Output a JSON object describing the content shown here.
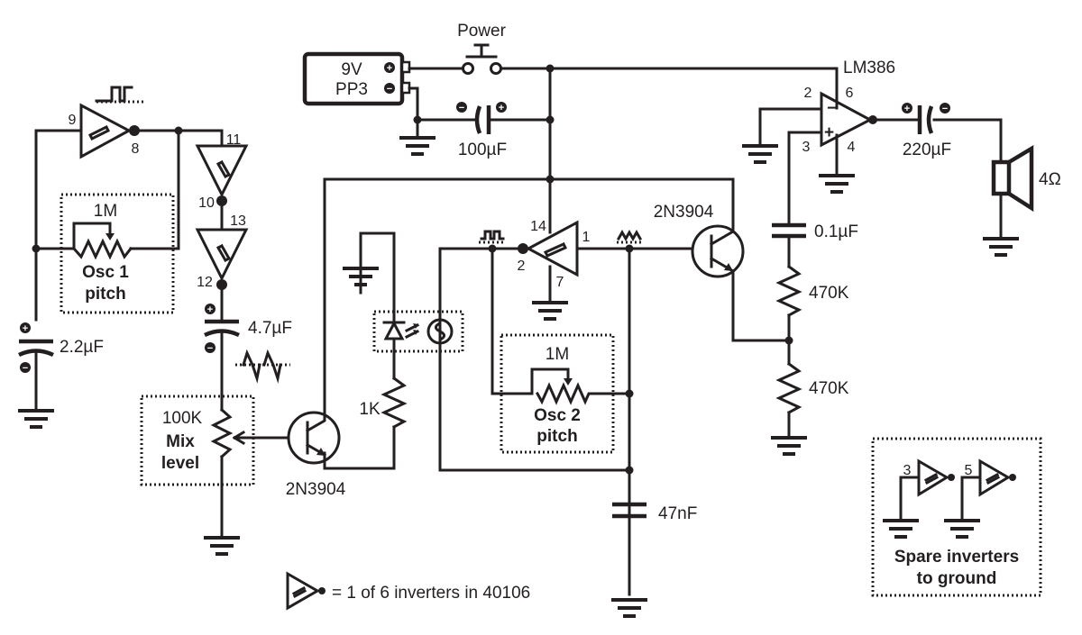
{
  "diagram": {
    "type": "circuit-schematic",
    "ink_color": "#231f20",
    "background": "#ffffff",
    "battery": {
      "line1": "9V",
      "line2": "PP3",
      "plus": "+",
      "minus": "−"
    },
    "power_switch": {
      "label": "Power"
    },
    "c_supply": {
      "value": "100µF"
    },
    "amp": {
      "name": "LM386",
      "pins": {
        "inv": "2",
        "noninv": "3",
        "vcc": "6",
        "gnd": "4"
      }
    },
    "c_out": {
      "value": "220µF"
    },
    "speaker": {
      "value": "4Ω"
    },
    "c_bias": {
      "value": "0.1µF"
    },
    "r_bias_top": {
      "value": "470K"
    },
    "r_bias_bottom": {
      "value": "470K"
    },
    "q_right": {
      "name": "2N3904"
    },
    "q_left": {
      "name": "2N3904"
    },
    "osc1": {
      "inv_in_pin": "9",
      "inv_out_pin": "8",
      "pot_value": "1M",
      "pot_label_line1": "Osc 1",
      "pot_label_line2": "pitch",
      "cap_value": "2.2µF"
    },
    "buffer_chain": {
      "pins": [
        "11",
        "10",
        "13",
        "12"
      ]
    },
    "c_couple": {
      "value": "4.7µF"
    },
    "mix": {
      "pot_value": "100K",
      "label_line1": "Mix",
      "label_line2": "level"
    },
    "r_led": {
      "value": "1K"
    },
    "osc2": {
      "vcc_pin": "14",
      "in_pin": "2",
      "out_pin": "1",
      "gnd_pin": "7",
      "pot_value": "1M",
      "pot_label_line1": "Osc 2",
      "pot_label_line2": "pitch",
      "cap_value": "47nF"
    },
    "spare": {
      "pin_a": "3",
      "pin_b": "5",
      "label_line1": "Spare inverters",
      "label_line2": "to ground"
    },
    "legend": {
      "text": "= 1 of 6 inverters in 40106"
    }
  }
}
